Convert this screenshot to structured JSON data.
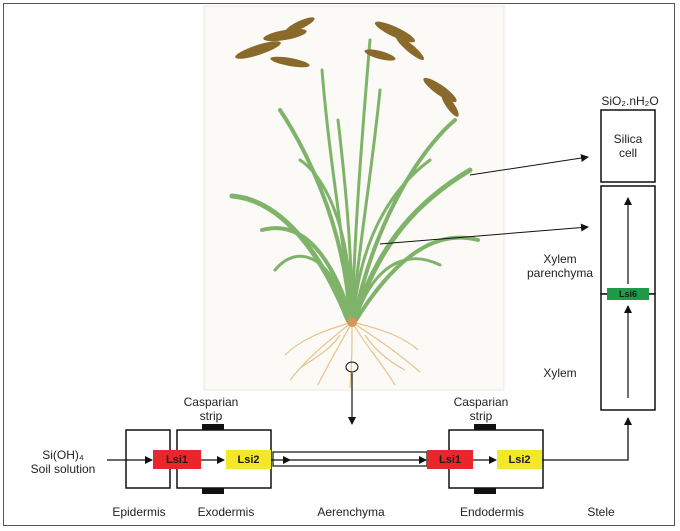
{
  "labels": {
    "product_formula": "SiO₂.nH₂O",
    "silica_cell": [
      "Silica",
      "cell"
    ],
    "xylem_parenchyma": [
      "Xylem",
      "parenchyma"
    ],
    "xylem": "Xylem",
    "input_formula": "Si(OH)₄",
    "soil_solution": "Soil solution",
    "casparian_strip_left": [
      "Casparian",
      "strip"
    ],
    "casparian_strip_right": [
      "Casparian",
      "strip"
    ],
    "epidermis": "Epidermis",
    "exodermis": "Exodermis",
    "aerenchyma": "Aerenchyma",
    "endodermis": "Endodermis",
    "stele": "Stele"
  },
  "transporters": {
    "exo_lsi1": "Lsi1",
    "exo_lsi2": "Lsi2",
    "endo_lsi1": "Lsi1",
    "endo_lsi2": "Lsi2",
    "lsi6": "Lsi6"
  },
  "colors": {
    "lsi1": "#e8262b",
    "lsi2": "#f2e827",
    "lsi6": "#1f9a46",
    "leaf": "#7fb36a",
    "panicle": "#8a6a2a",
    "root": "#e4c48c"
  }
}
